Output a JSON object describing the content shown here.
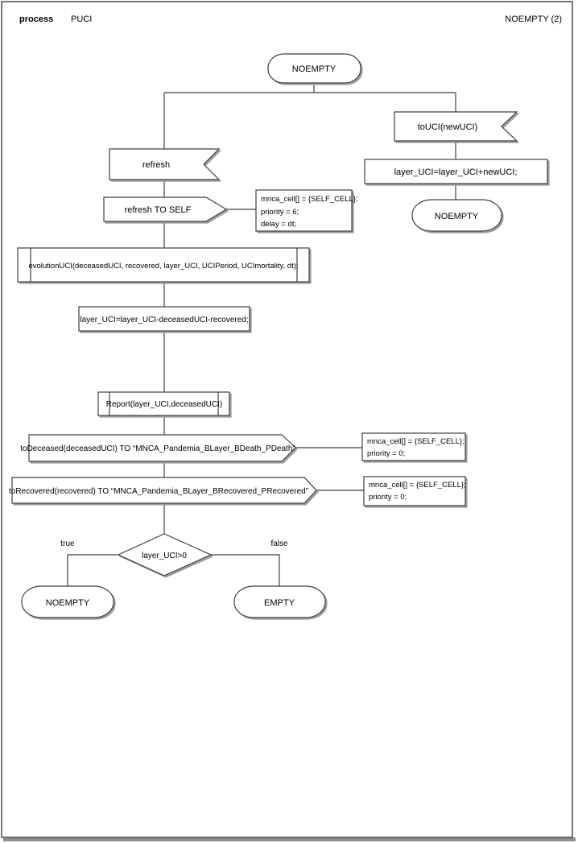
{
  "header": {
    "kind": "process",
    "process_name": "PUCI",
    "page": "NOEMPTY (2)"
  },
  "symbols": {
    "start_state": "NOEMPTY",
    "refresh_input": "refresh",
    "refresh_output": "refresh TO SELF",
    "refresh_comment": {
      "lines": [
        "mnca_cell[] = {SELF_CELL};",
        "priority = 6;",
        "delay = dt;"
      ]
    },
    "evolution_call": "evolutionUCI(deceasedUCI, recovered, layer_UCI, UCIPeriod, UCImortality, dt);",
    "uci_update_task": "layer_UCI=layer_UCI-deceasedUCI-recovered;",
    "report_call": "Report(layer_UCI,deceasedUCI)",
    "deceased_output": "toDeceased(deceasedUCI) TO “MNCA_Pandemia_BLayer_BDeath_PDeath”",
    "deceased_comment": {
      "lines": [
        "mnca_cell[] = {SELF_CELL};",
        "priority = 0;"
      ]
    },
    "recovered_output": "toRecovered(recovered) TO “MNCA_Pandemia_BLayer_BRecovered_PRecovered”",
    "recovered_comment": {
      "lines": [
        "mnca_cell[] = {SELF_CELL};",
        "priority = 0;"
      ]
    },
    "decision": "layer_UCI>0",
    "decision_true_label": "true",
    "decision_false_label": "false",
    "true_state": "NOEMPTY",
    "false_state": "EMPTY",
    "uci_input": "toUCI(newUCI)",
    "uci_add_task": "layer_UCI=layer_UCI+newUCI;",
    "uci_next_state": "NOEMPTY"
  },
  "colors": {
    "stroke": "#3f3f3f",
    "shadow": "#9c9c9c",
    "page_border": "#4a4a4a",
    "background": "#ffffff",
    "text": "#000000"
  }
}
